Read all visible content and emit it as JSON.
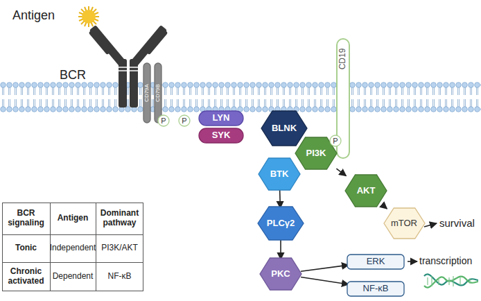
{
  "diagram": {
    "nodes": [
      {
        "text": [
          "CD79A"
        ]
      },
      {
        "text": [
          "CD79B"
        ]
      },
      {
        "text": [
          "P"
        ]
      },
      {
        "text": [
          "P"
        ]
      },
      {
        "text": [
          "LYN"
        ]
      },
      {
        "text": [
          "SYK"
        ]
      },
      {
        "text": [
          "BLNK"
        ]
      },
      {
        "text": [
          "CD19"
        ]
      },
      {
        "text": [
          "P"
        ]
      },
      {
        "text": [
          "PI3K"
        ]
      },
      {
        "text": [
          "BTK"
        ]
      },
      {
        "text": [
          "AKT"
        ]
      },
      {
        "text": [
          "mTOR"
        ]
      },
      {
        "text": [
          "PLCγ2"
        ]
      },
      {
        "text": [
          "PKC"
        ]
      },
      {
        "text": [
          "ERK"
        ]
      },
      {
        "text": [
          "NF-κB"
        ]
      }
    ],
    "edges": [
      {
        "from": 9,
        "to": 11,
        "arrow": "to"
      },
      {
        "from": 11,
        "to": 12,
        "arrow": "to"
      },
      {
        "from": 10,
        "to": 13,
        "arrow": "to"
      },
      {
        "from": 13,
        "to": 14,
        "arrow": "to"
      },
      {
        "from": 14,
        "to": 15,
        "arrow": "to"
      },
      {
        "from": 14,
        "to": 16,
        "arrow": "to"
      }
    ],
    "labels": [
      "Antigen",
      "BCR",
      "survival",
      "transcription",
      "BCR signaling",
      "Antigen",
      "Dominant pathway",
      "Tonic",
      "Independent",
      "PI3K/AKT",
      "Chronic activated",
      "Dependent",
      "NF-κB"
    ]
  }
}
